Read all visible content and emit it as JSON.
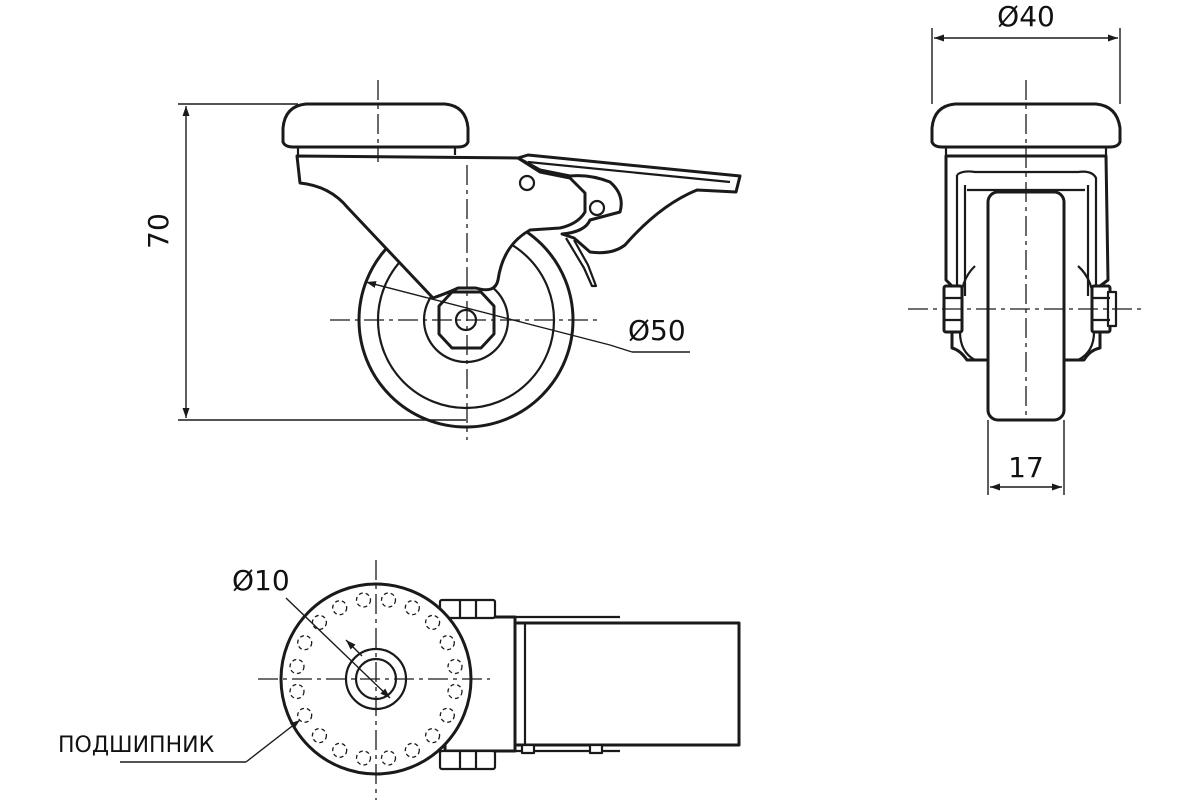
{
  "dimensions": {
    "height_70": "70",
    "wheel_diameter": "Ø50",
    "plate_diameter": "Ø40",
    "wheel_width": "17",
    "bolt_hole_diameter": "Ø10"
  },
  "labels": {
    "bearing": "ПОДШИПНИК"
  }
}
